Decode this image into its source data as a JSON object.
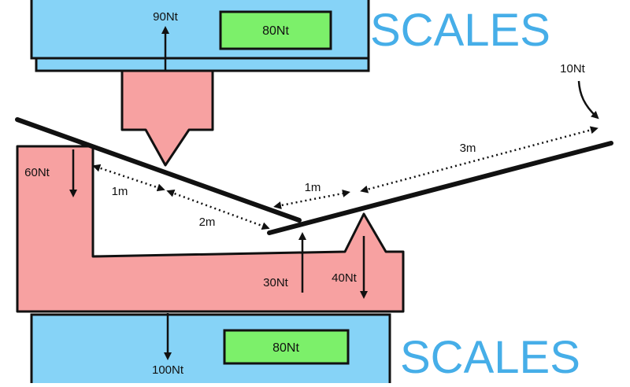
{
  "colors": {
    "scale_fill": "#86d3f7",
    "display_fill": "#7cf06a",
    "support_fill": "#f7a1a1",
    "accent_text": "#46aee8",
    "line": "#111111"
  },
  "top_scale": {
    "title": "SCALES",
    "reading": "80Nt",
    "force_label": "90Nt"
  },
  "bottom_scale": {
    "title": "SCALES",
    "reading": "80Nt",
    "force_label": "100Nt"
  },
  "forces": {
    "left_down": "60Nt",
    "pivot_up": "30Nt",
    "peak_down": "40Nt",
    "far_right": "10Nt"
  },
  "distances": {
    "left_a": "1m",
    "left_b": "2m",
    "right_a": "1m",
    "right_b": "3m"
  }
}
